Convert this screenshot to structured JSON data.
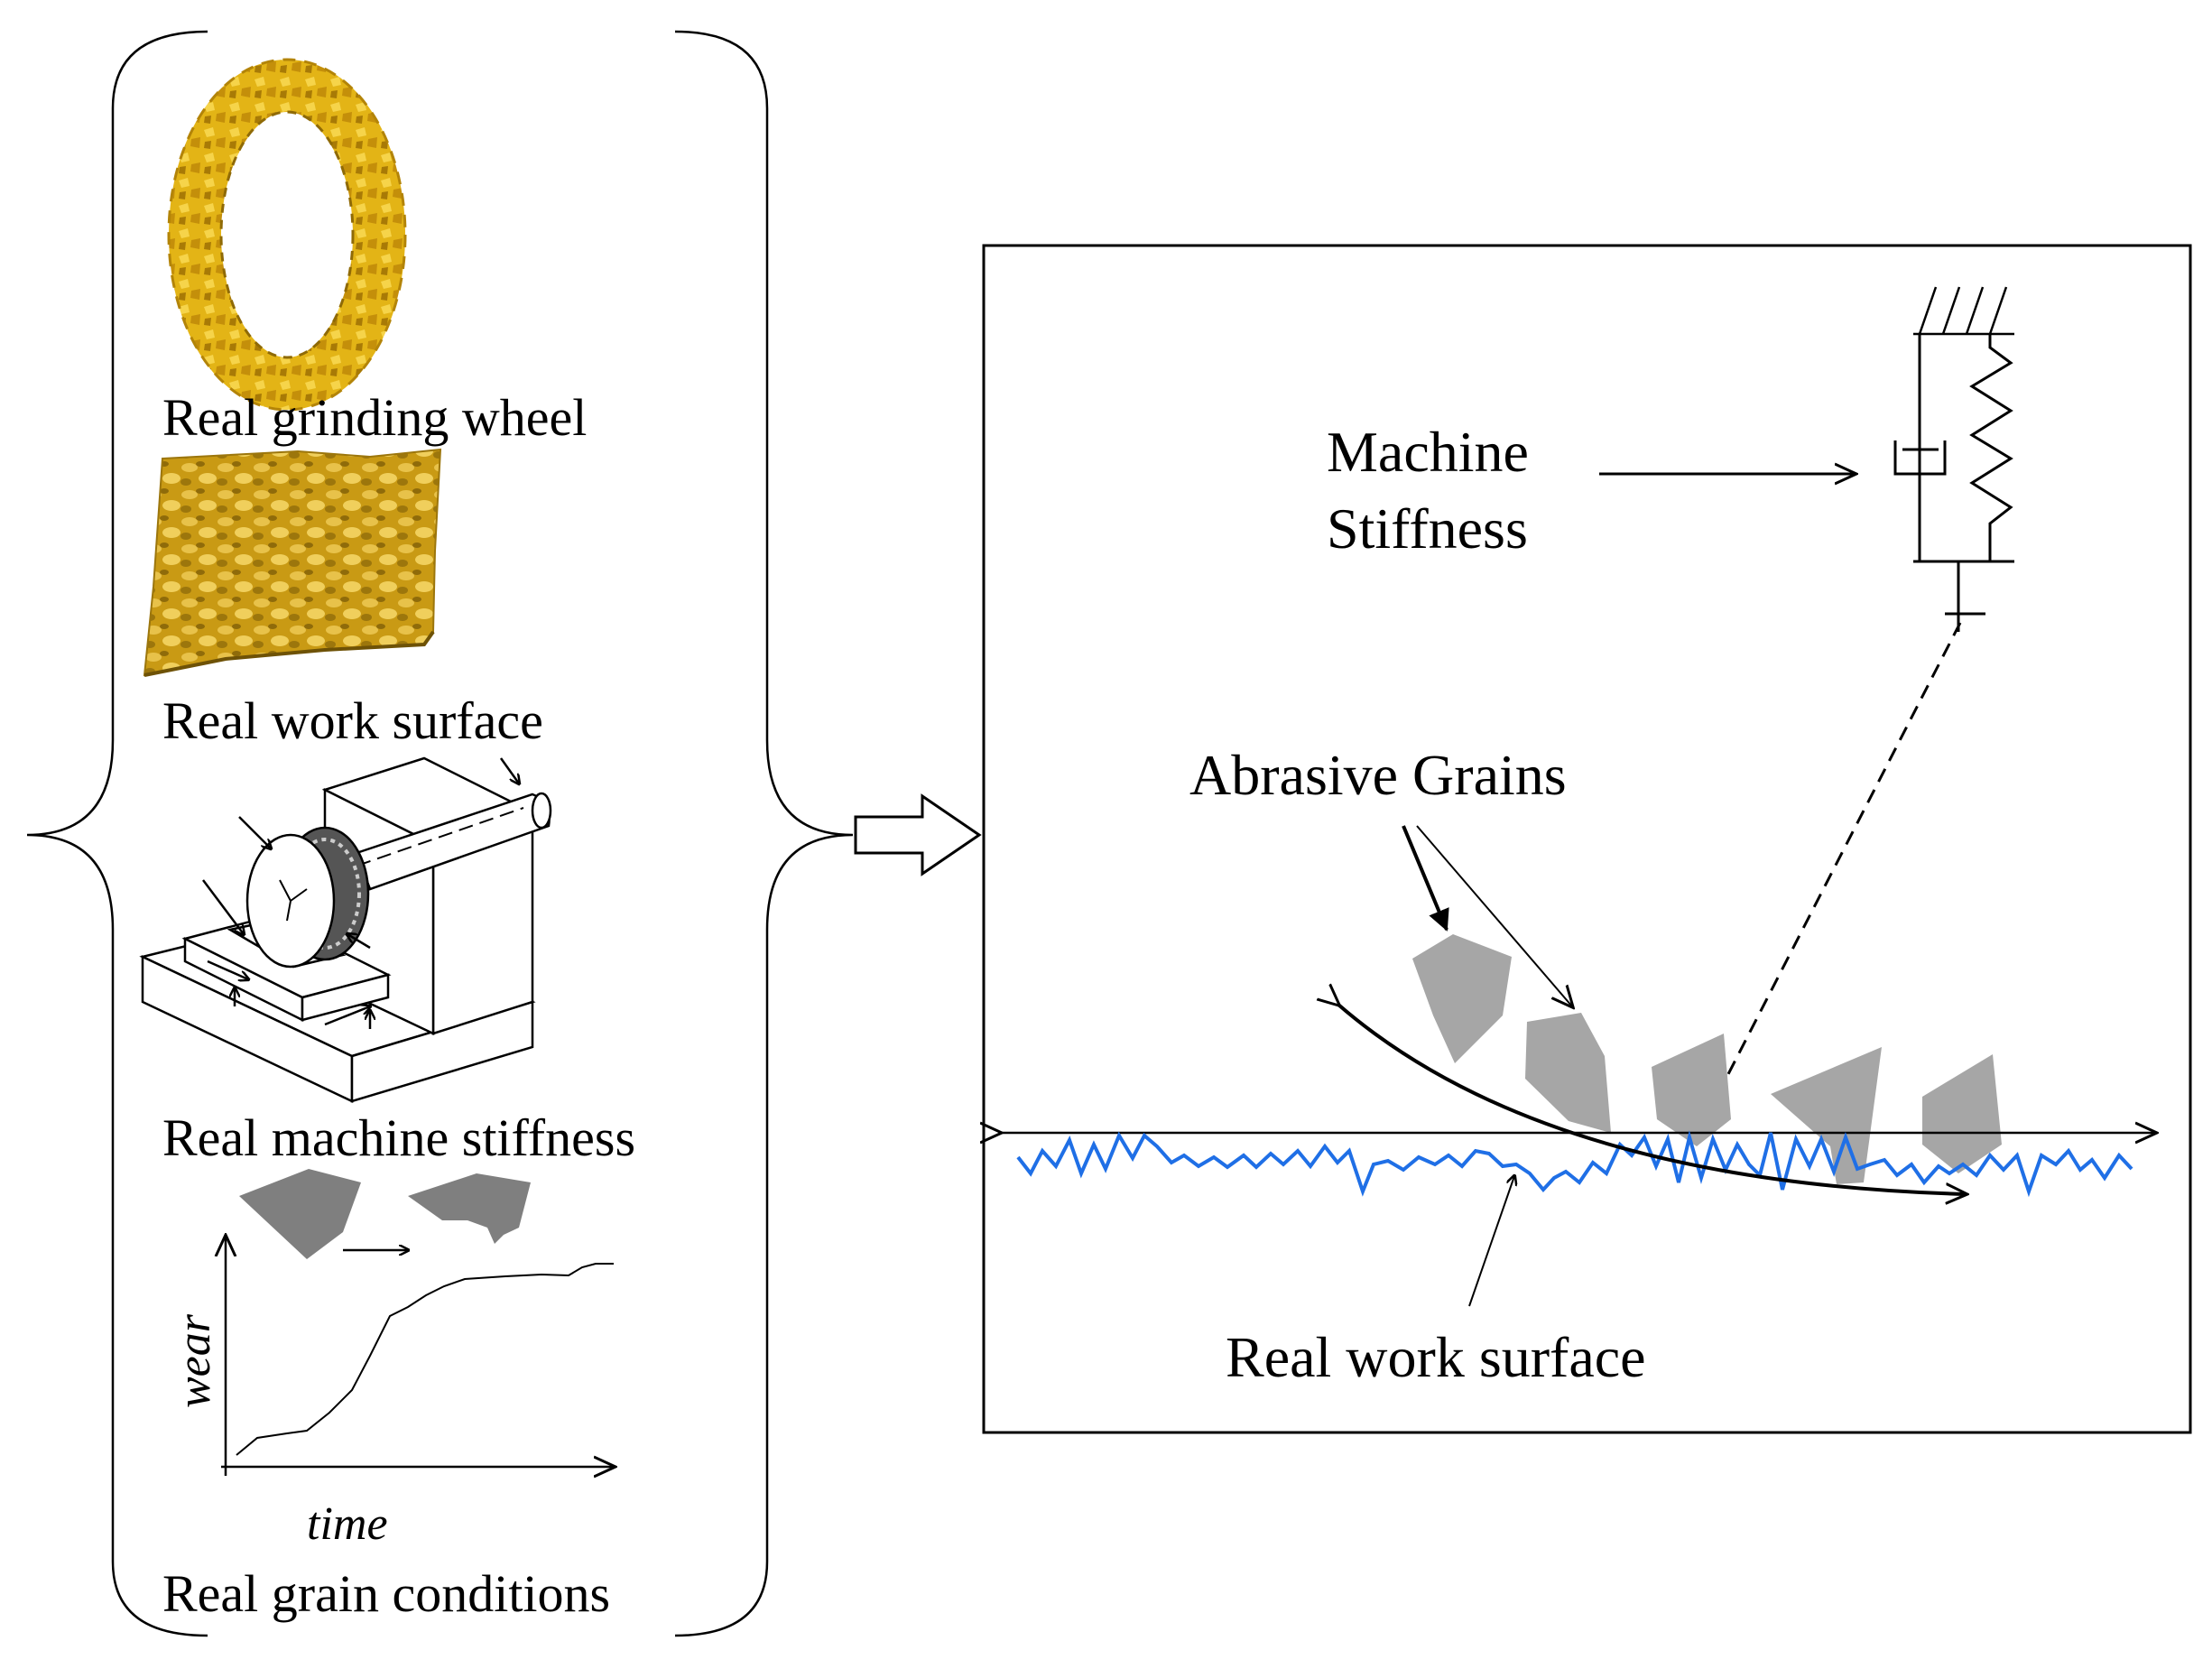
{
  "left_panel": {
    "wheel_label": "Real grinding wheel",
    "surface_label": "Real work surface",
    "machine_label": "Real machine stiffness",
    "grain_label": "Real grain conditions",
    "wear_axis": "wear",
    "time_axis": "time"
  },
  "right_panel": {
    "machine_label_line1": "Machine",
    "machine_label_line2": "Stiffness",
    "grains_label": "Abrasive Grains",
    "surface_label": "Real work surface"
  },
  "colors": {
    "wheel_gold": "#e3b416",
    "surface_gold": "#c99a14",
    "grain_gray": "#a6a6a6",
    "worn_grain_gray": "#7f7f7f",
    "profile_blue": "#1f6fe6",
    "line": "#000000"
  },
  "icons": [
    "grinding-wheel-ring-icon",
    "work-surface-patch-icon",
    "grinding-machine-icon",
    "damper-icon",
    "spring-icon",
    "hollow-arrow-icon"
  ]
}
